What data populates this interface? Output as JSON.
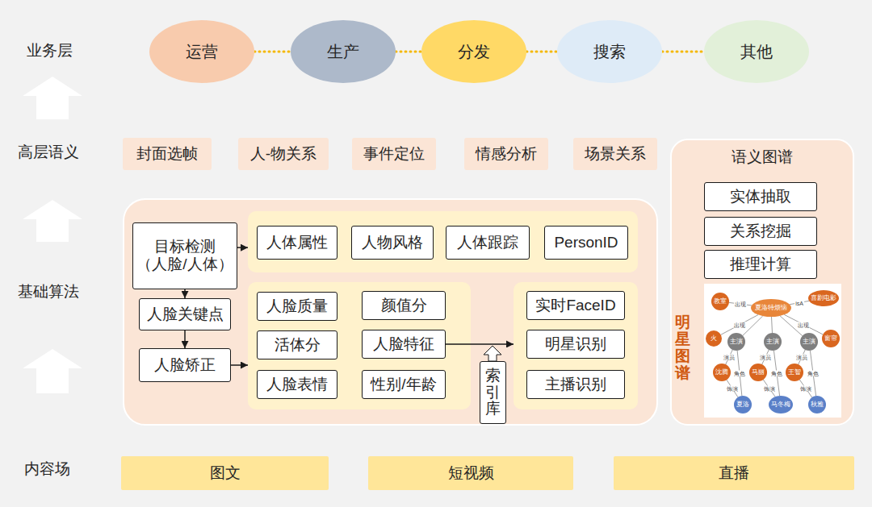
{
  "diagram": {
    "nodes": [
      {
        "text": [
          "运营"
        ]
      },
      {
        "text": [
          "生产"
        ]
      },
      {
        "text": [
          "分发"
        ]
      },
      {
        "text": [
          "搜索"
        ]
      },
      {
        "text": [
          "其他"
        ]
      },
      {
        "text": [
          "封面选帧"
        ]
      },
      {
        "text": [
          "人-物关系"
        ]
      },
      {
        "text": [
          "事件定位"
        ]
      },
      {
        "text": [
          "情感分析"
        ]
      },
      {
        "text": [
          "场景关系"
        ]
      },
      {
        "text": [
          "语义图谱",
          "明星图谱"
        ]
      },
      {
        "text": [
          "实体抽取"
        ],
        "in": 10
      },
      {
        "text": [
          "关系挖掘"
        ],
        "in": 10
      },
      {
        "text": [
          "推理计算"
        ],
        "in": 10
      },
      {
        "text": [
          "教室"
        ],
        "in": 10
      },
      {
        "text": [
          "夏洛特烦恼"
        ],
        "in": 10
      },
      {
        "text": [
          "喜剧电影"
        ],
        "in": 10
      },
      {
        "text": [
          "火"
        ],
        "in": 10
      },
      {
        "text": [
          "主演"
        ],
        "in": 10
      },
      {
        "text": [
          "主演"
        ],
        "in": 10
      },
      {
        "text": [
          "主演"
        ],
        "in": 10
      },
      {
        "text": [
          "窗帘"
        ],
        "in": 10
      },
      {
        "text": [
          "沈腾"
        ],
        "in": 10
      },
      {
        "text": [
          "马丽"
        ],
        "in": 10
      },
      {
        "text": [
          "王智"
        ],
        "in": 10
      },
      {
        "text": [
          "夏洛"
        ],
        "in": 10
      },
      {
        "text": [
          "马冬梅"
        ],
        "in": 10
      },
      {
        "text": [
          "秋雅"
        ],
        "in": 10
      },
      {
        "text": []
      },
      {
        "text": [
          "目标检测 （人脸/人体）"
        ],
        "in": 28
      },
      {
        "text": [],
        "in": 28
      },
      {
        "text": [
          "人体属性"
        ],
        "in": 30
      },
      {
        "text": [
          "人物风格"
        ],
        "in": 30
      },
      {
        "text": [
          "人体跟踪"
        ],
        "in": 30
      },
      {
        "text": [
          "PersonID"
        ],
        "in": 30
      },
      {
        "text": [
          "人脸关键点"
        ],
        "in": 28
      },
      {
        "text": [
          "人脸矫正"
        ],
        "in": 28
      },
      {
        "text": [],
        "in": 28
      },
      {
        "text": [
          "人脸质量"
        ],
        "in": 37
      },
      {
        "text": [
          "颜值分"
        ],
        "in": 37
      },
      {
        "text": [
          "活体分"
        ],
        "in": 37
      },
      {
        "text": [
          "人脸特征"
        ],
        "in": 37
      },
      {
        "text": [
          "人脸表情"
        ],
        "in": 37
      },
      {
        "text": [
          "性别/年龄"
        ],
        "in": 37
      },
      {
        "text": [
          "索引库"
        ],
        "in": 28
      },
      {
        "text": [],
        "in": 28
      },
      {
        "text": [
          "实时FaceID"
        ],
        "in": 45
      },
      {
        "text": [
          "明星识别"
        ],
        "in": 45
      },
      {
        "text": [
          "主播识别"
        ],
        "in": 45
      },
      {
        "text": [
          "图文"
        ]
      },
      {
        "text": [
          "短视频"
        ]
      },
      {
        "text": [
          "直播"
        ]
      }
    ],
    "edges": [
      {
        "from": 0,
        "to": 1,
        "arrow": "none"
      },
      {
        "from": 1,
        "to": 2,
        "arrow": "none"
      },
      {
        "from": 2,
        "to": 3,
        "arrow": "none"
      },
      {
        "from": 3,
        "to": 4,
        "arrow": "none"
      },
      {
        "from": 29,
        "to": 30,
        "arrow": "to"
      },
      {
        "from": 29,
        "to": 35,
        "arrow": "to"
      },
      {
        "from": 35,
        "to": 36,
        "arrow": "to"
      },
      {
        "from": 36,
        "to": 37,
        "arrow": "to"
      },
      {
        "from": 41,
        "to": 45,
        "arrow": "to"
      },
      {
        "from": 15,
        "to": 14,
        "arrow": "none",
        "label": "出现"
      },
      {
        "from": 15,
        "to": 16,
        "arrow": "none",
        "label": "isA"
      },
      {
        "from": 15,
        "to": 17,
        "arrow": "none",
        "label": "出现"
      },
      {
        "from": 15,
        "to": 21,
        "arrow": "none",
        "label": "出现"
      },
      {
        "from": 15,
        "to": 18,
        "arrow": "none"
      },
      {
        "from": 15,
        "to": 19,
        "arrow": "none"
      },
      {
        "from": 15,
        "to": 20,
        "arrow": "none"
      },
      {
        "from": 18,
        "to": 22,
        "arrow": "none",
        "label": "演员"
      },
      {
        "from": 18,
        "to": 25,
        "arrow": "none",
        "label": "角色"
      },
      {
        "from": 22,
        "to": 25,
        "arrow": "none",
        "label": "饰演"
      },
      {
        "from": 19,
        "to": 23,
        "arrow": "none",
        "label": "演员"
      },
      {
        "from": 19,
        "to": 26,
        "arrow": "none",
        "label": "角色"
      },
      {
        "from": 23,
        "to": 26,
        "arrow": "none",
        "label": "饰演"
      },
      {
        "from": 20,
        "to": 24,
        "arrow": "none",
        "label": "演员"
      },
      {
        "from": 20,
        "to": 27,
        "arrow": "none",
        "label": "角色"
      },
      {
        "from": 24,
        "to": 27,
        "arrow": "none",
        "label": "饰演"
      }
    ],
    "labels": [
      "业务层",
      "高层语义",
      "基础算法",
      "内容场"
    ]
  }
}
